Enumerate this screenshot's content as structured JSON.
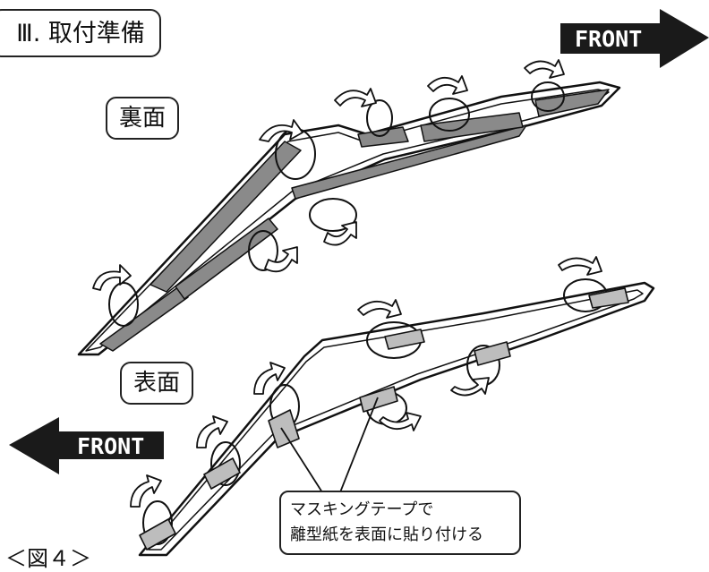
{
  "title": "Ⅲ. 取付準備",
  "back_label": "裏面",
  "front_label": "表面",
  "front_arrow_top": "FRONT",
  "front_arrow_bottom": "FRONT",
  "note": {
    "line1": "マスキングテープで",
    "line2": "離型紙を表面に貼り付ける"
  },
  "figure_caption": "＜図４＞",
  "colors": {
    "ink": "#111111",
    "panel_fill": "#8a8a8a",
    "tape_fill": "#bdbdbd",
    "background": "#ffffff"
  }
}
